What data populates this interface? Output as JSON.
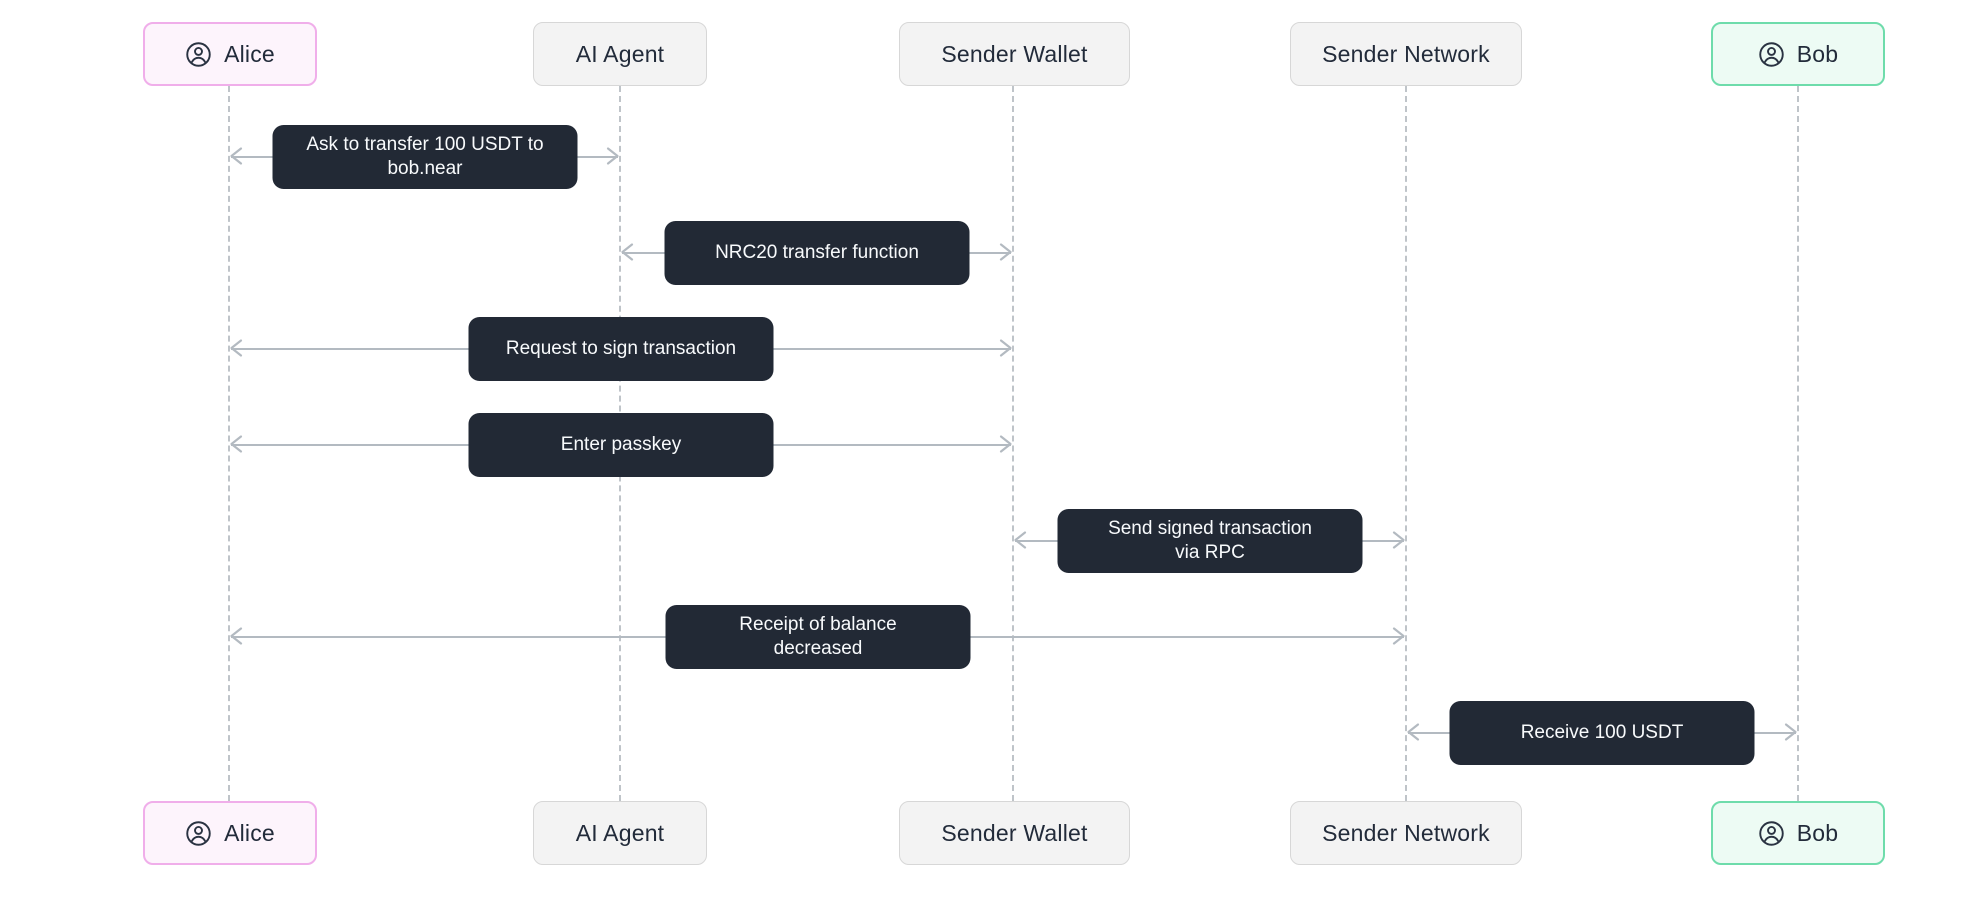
{
  "diagram": {
    "type": "sequence-diagram",
    "actors": [
      {
        "id": "alice",
        "label": "Alice",
        "icon": "user-icon",
        "variant": "pink"
      },
      {
        "id": "ai-agent",
        "label": "AI Agent",
        "icon": null,
        "variant": "gray"
      },
      {
        "id": "sender-wallet",
        "label": "Sender Wallet",
        "icon": null,
        "variant": "gray"
      },
      {
        "id": "sender-network",
        "label": "Sender Network",
        "icon": null,
        "variant": "gray"
      },
      {
        "id": "bob",
        "label": "Bob",
        "icon": "user-icon",
        "variant": "green"
      }
    ],
    "messages": [
      {
        "endpoints": [
          "Alice",
          "AI Agent"
        ],
        "arrows": "both",
        "label": "Ask to transfer 100 USDT to\nbob.near"
      },
      {
        "endpoints": [
          "AI Agent",
          "Sender Wallet"
        ],
        "arrows": "both",
        "label": "NRC20 transfer function"
      },
      {
        "endpoints": [
          "Alice",
          "Sender Wallet"
        ],
        "arrows": "both",
        "label": "Request to sign transaction"
      },
      {
        "endpoints": [
          "Alice",
          "Sender Wallet"
        ],
        "arrows": "both",
        "label": "Enter passkey"
      },
      {
        "endpoints": [
          "Sender Wallet",
          "Sender Network"
        ],
        "arrows": "both",
        "label": "Send signed transaction\nvia RPC"
      },
      {
        "endpoints": [
          "Alice",
          "Sender Network"
        ],
        "arrows": "both",
        "label": "Receipt of balance\ndecreased"
      },
      {
        "endpoints": [
          "Sender Network",
          "Bob"
        ],
        "arrows": "both",
        "label": "Receive 100 USDT"
      }
    ]
  },
  "theme": {
    "background": "#ffffff",
    "message_box_bg": "#222935",
    "message_text": "#f8fafc",
    "arrow": "#b3bac1",
    "lifeline": "#bfc4c9",
    "actor_text": "#222b3a",
    "alice_bg": "#fdf4fc",
    "alice_border": "#f0aeea",
    "bob_bg": "#edfbf4",
    "bob_border": "#6edcab",
    "gray_bg": "#f3f3f3",
    "gray_border": "#d7d7d7"
  }
}
